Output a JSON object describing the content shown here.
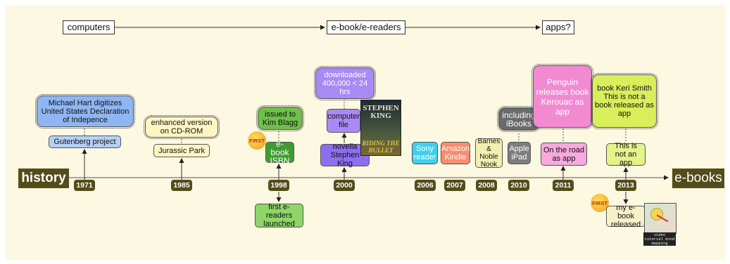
{
  "top_flow": [
    "computers",
    "e-book/e-readers",
    "apps?"
  ],
  "left_label": "history",
  "right_label": "e-books",
  "years": [
    "1971",
    "1985",
    "1998",
    "2000",
    "2006",
    "2007",
    "2008",
    "2010",
    "2011",
    "2013"
  ],
  "events": {
    "gutenberg_note": "Michael Hart digitizes United States Declaration of Indepence",
    "gutenberg": "Gutenberg project",
    "cdrom_note": "enhanced version on CD-ROM",
    "jurassic": "Jurassic Park",
    "isbn_note": "issued to Kim Blagg",
    "isbn": "e-book ISBN",
    "first_readers": "first e-readers launched",
    "first_badge": "FIRST",
    "downloaded": "downloaded 400,000 < 24 hrs",
    "computer_file": "computer file",
    "novella": "novella Stephen King",
    "book_cover_author": "STEPHEN KING",
    "book_cover_title": "RIDING THE BULLET",
    "sony": "Sony reader",
    "kindle": "Amazon Kindle",
    "nook": "Barnes & Noble Nook",
    "ibooks": "including iBooks",
    "ipad": "Apple iPad",
    "penguin": "Penguin releases book Kerouac as app",
    "on_the_road": "On the road as app",
    "keri": "book Keri Smith This is not a book released as app",
    "not_app": "This is not an app",
    "my_ebook": "my e-book released",
    "video_caption": "video tutorial mind mapping"
  },
  "colors": {
    "background": "#fdf8e2",
    "year_badge": "#534d1b",
    "blue": "#8fb6f3",
    "cream": "#fdf6c3",
    "green": "#6fbf4a",
    "purple": "#a98af4",
    "cyan": "#3fd0f0",
    "salmon": "#f58e6f",
    "pink": "#f28ad2",
    "yellow_green": "#d8ee5a",
    "gray": "#7d7d7d"
  }
}
